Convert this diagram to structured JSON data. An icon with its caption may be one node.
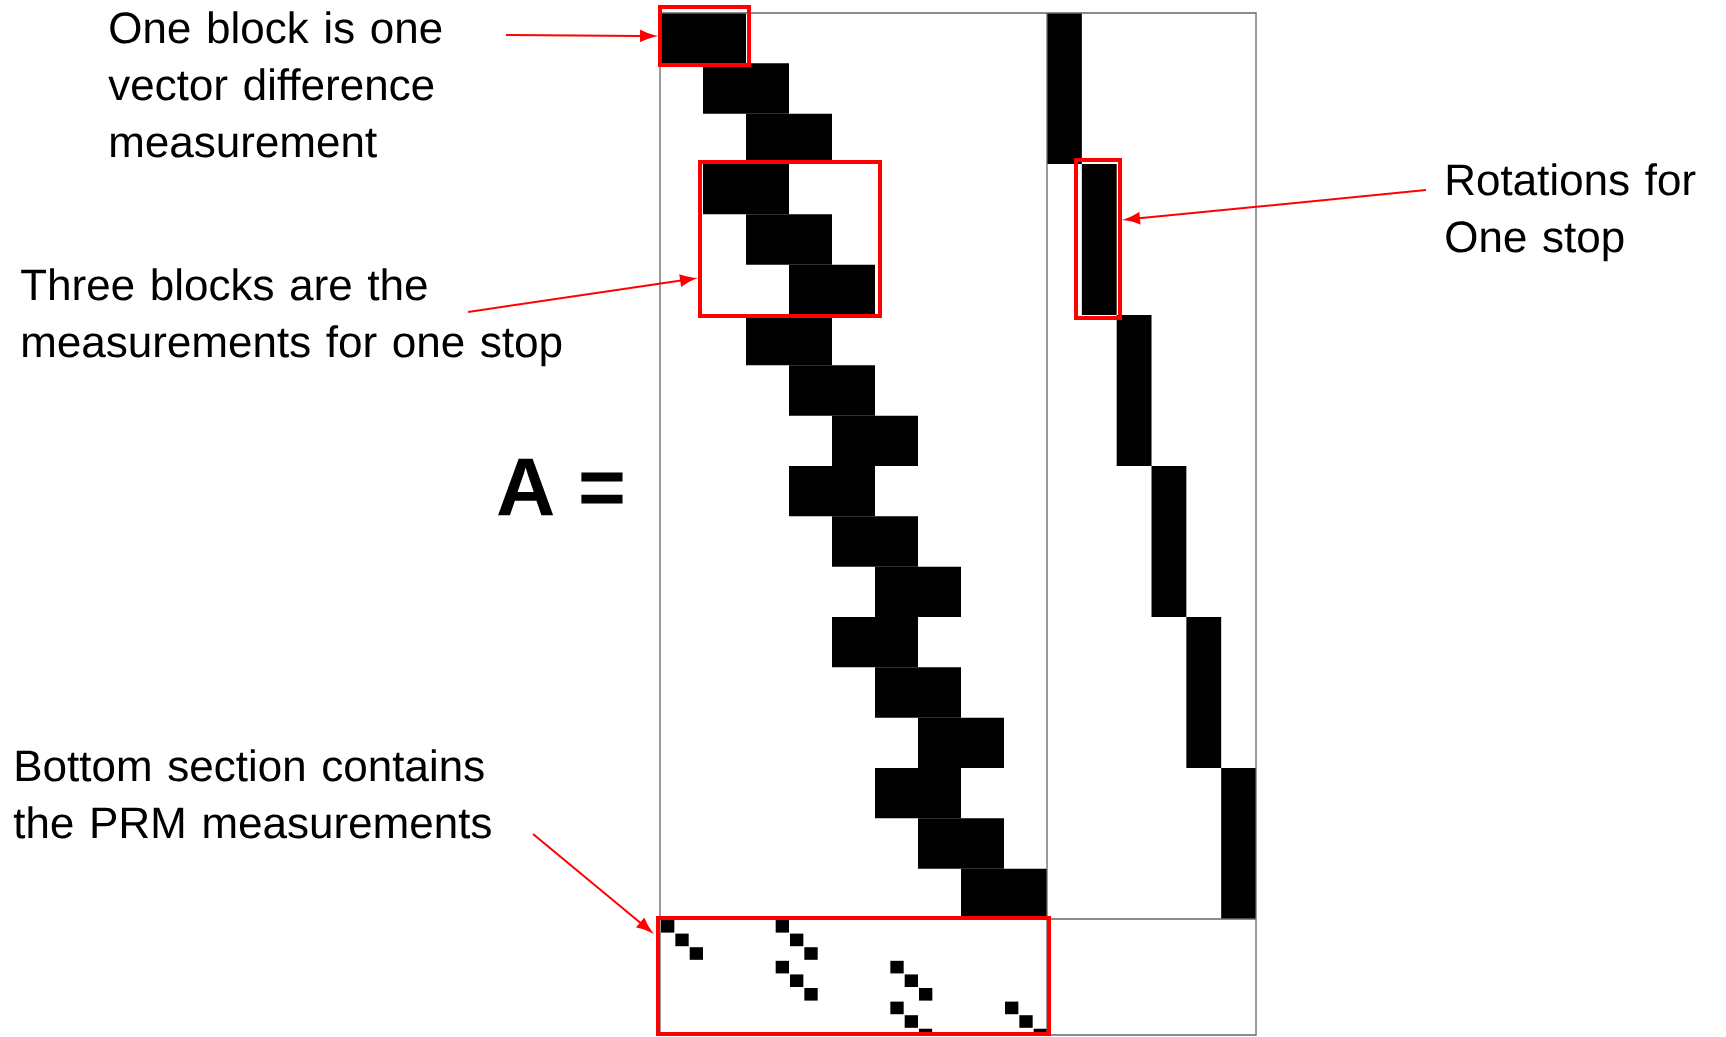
{
  "diagram": {
    "nodes": [
      {
        "text": [
          "One block is one vector difference measurement"
        ]
      },
      {
        "text": [],
        "shape": "box"
      },
      {
        "text": [
          "Three blocks are the measurements for one stop"
        ]
      },
      {
        "text": [],
        "shape": "box"
      },
      {
        "text": [
          "Rotations for One stop"
        ]
      },
      {
        "text": [],
        "shape": "box"
      },
      {
        "text": [
          "Bottom section contains the PRM measurements"
        ]
      },
      {
        "text": [],
        "shape": "box"
      }
    ],
    "edges": [
      {
        "from": 0,
        "to": 1,
        "arrow": "to"
      },
      {
        "from": 2,
        "to": 3,
        "arrow": "to"
      },
      {
        "from": 4,
        "to": 5,
        "arrow": "to"
      },
      {
        "from": 6,
        "to": 7,
        "arrow": "to"
      }
    ],
    "labels": [
      "A ="
    ]
  }
}
